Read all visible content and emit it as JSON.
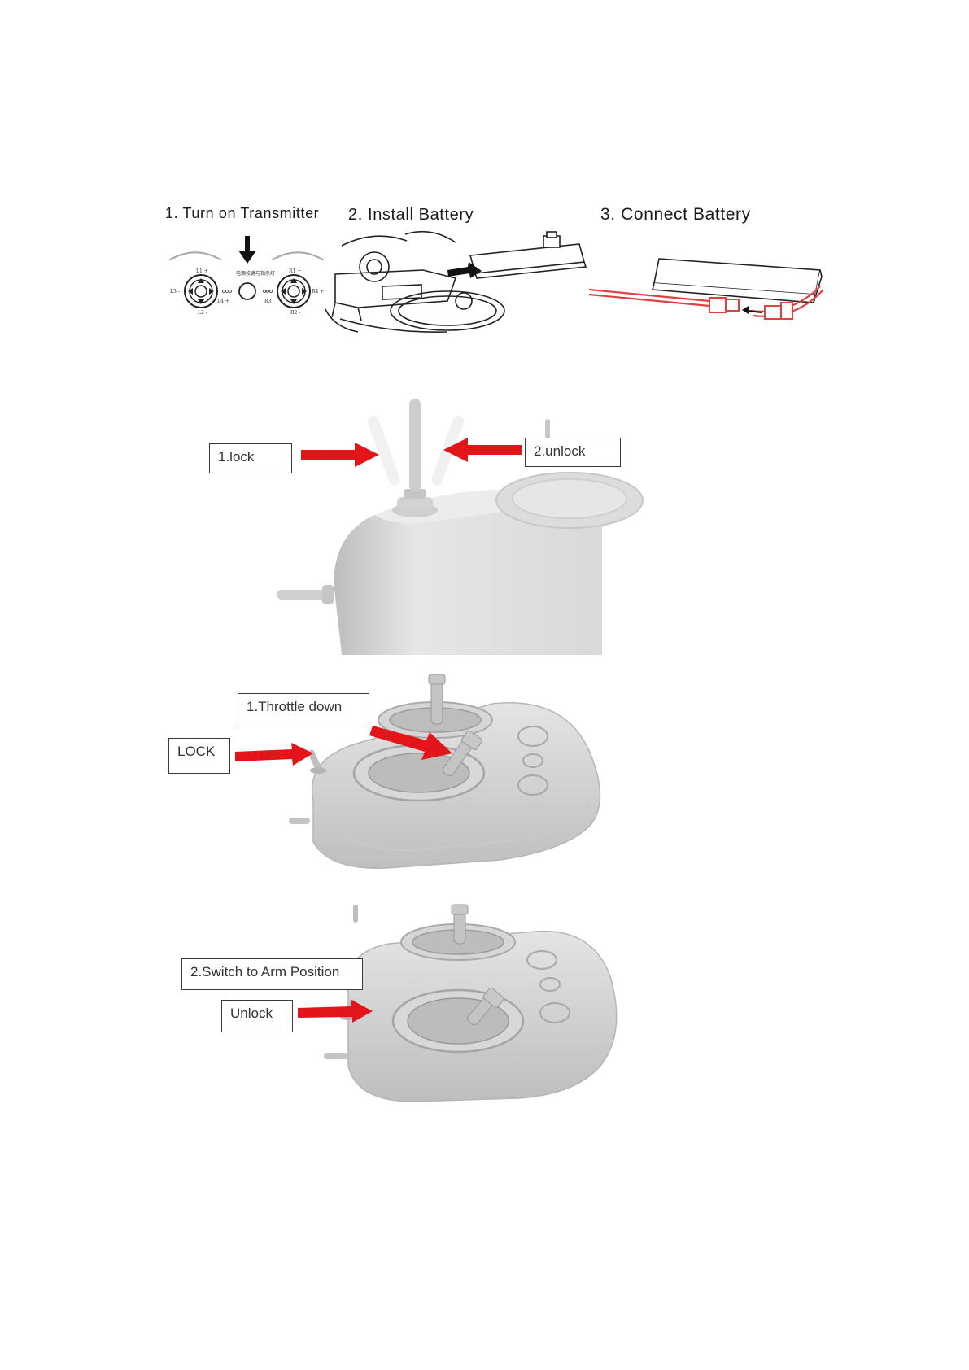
{
  "steps": [
    {
      "label": "1. Turn on Transmitter"
    },
    {
      "label": "2. Install Battery"
    },
    {
      "label": "3. Connect Battery"
    }
  ],
  "transmitter_panel": {
    "power_caption": "电源按键与指示灯",
    "left_labels": [
      "L1 +",
      "L3 -",
      "L4 +",
      "L2 -"
    ],
    "right_labels": [
      "R1 +",
      "R4 +",
      "R3",
      "R2 -"
    ]
  },
  "figure_1": {
    "callouts": [
      "1.lock",
      "2.unlock"
    ]
  },
  "figure_2": {
    "callouts": [
      "1.Throttle down",
      "LOCK"
    ]
  },
  "figure_3": {
    "callouts": [
      "2.Switch to Arm Position",
      "Unlock"
    ]
  },
  "colors": {
    "arrow_red": "#e3151b",
    "body_gray": "#d9d9d9",
    "outline": "#3a3a3a",
    "battery_red": "#e04040"
  }
}
